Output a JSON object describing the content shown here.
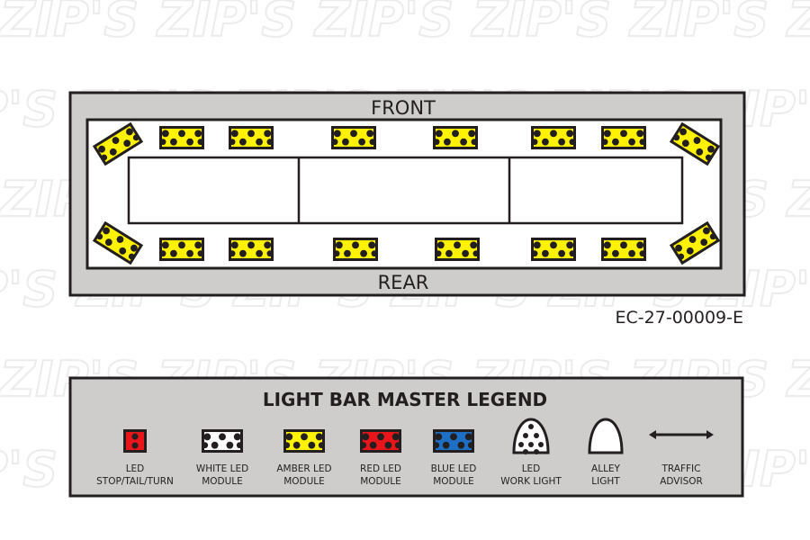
{
  "watermark": "ZIP'S",
  "diagram": {
    "front_label": "FRONT",
    "rear_label": "REAR",
    "part_number": "EC-27-00009-E",
    "front_modules": [
      "amber",
      "amber",
      "amber",
      "amber",
      "amber",
      "amber",
      "amber",
      "amber"
    ],
    "rear_modules": [
      "amber",
      "amber",
      "amber",
      "amber",
      "amber",
      "amber",
      "amber",
      "amber"
    ]
  },
  "legend": {
    "title": "LIGHT BAR MASTER LEGEND",
    "items": [
      {
        "icon": "stop-tail-turn-icon",
        "line1": "LED",
        "line2": "STOP/TAIL/TURN"
      },
      {
        "icon": "white-module-icon",
        "line1": "WHITE LED",
        "line2": "MODULE",
        "color": "#ffffff"
      },
      {
        "icon": "amber-module-icon",
        "line1": "AMBER LED",
        "line2": "MODULE",
        "color": "#fff200"
      },
      {
        "icon": "red-module-icon",
        "line1": "RED LED",
        "line2": "MODULE",
        "color": "#e8161b"
      },
      {
        "icon": "blue-module-icon",
        "line1": "BLUE LED",
        "line2": "MODULE",
        "color": "#1c6fc4"
      },
      {
        "icon": "work-light-icon",
        "line1": "LED",
        "line2": "WORK LIGHT"
      },
      {
        "icon": "alley-light-icon",
        "line1": "ALLEY",
        "line2": "LIGHT"
      },
      {
        "icon": "traffic-advisor-icon",
        "line1": "TRAFFIC",
        "line2": "ADVISOR"
      }
    ]
  },
  "colors": {
    "amber": "#fff200",
    "white": "#ffffff",
    "red": "#e8161b",
    "blue": "#1c6fc4",
    "panel": "#cfcdcc",
    "outline": "#231f20"
  }
}
